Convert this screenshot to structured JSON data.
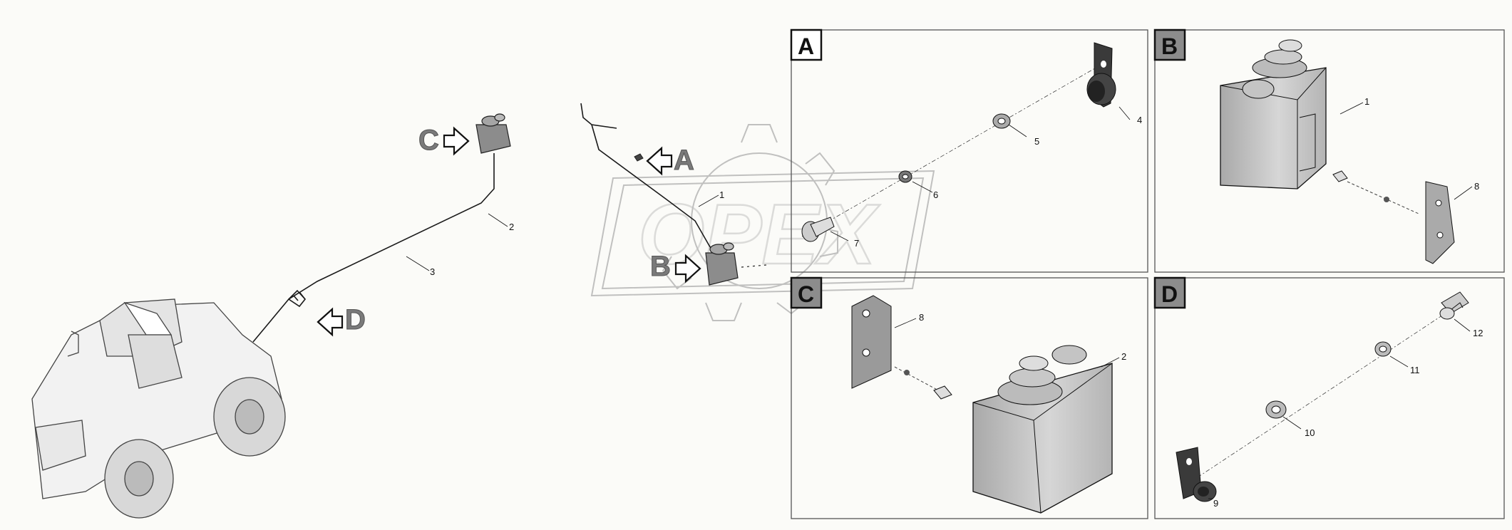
{
  "watermark": "OPEX",
  "view_arrows": {
    "A": "A",
    "B": "B",
    "C": "C",
    "D": "D"
  },
  "panels": {
    "A": {
      "letter": "A",
      "callouts": [
        "4",
        "5",
        "6",
        "7"
      ]
    },
    "B": {
      "letter": "B",
      "callouts": [
        "1",
        "8"
      ]
    },
    "C": {
      "letter": "C",
      "callouts": [
        "8",
        "2"
      ]
    },
    "D": {
      "letter": "D",
      "callouts": [
        "12",
        "11",
        "10",
        "9"
      ]
    }
  },
  "main_callouts": [
    "1",
    "2",
    "3"
  ],
  "colors": {
    "line": "#1a1a1a",
    "panel_border": "#555555",
    "part_fill": "#c9c9c9",
    "watermark": "#9a9a9a",
    "arrow_fill": "#8c8c8c"
  }
}
